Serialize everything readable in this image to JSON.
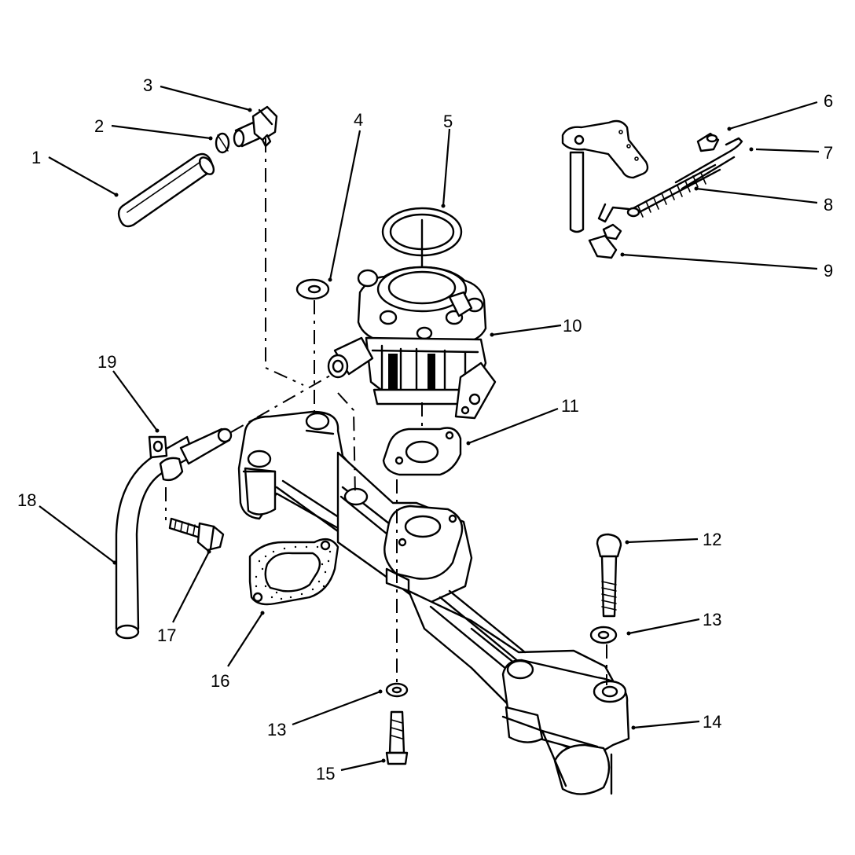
{
  "callouts": [
    {
      "id": "1",
      "label": "1"
    },
    {
      "id": "2",
      "label": "2"
    },
    {
      "id": "3",
      "label": "3"
    },
    {
      "id": "4",
      "label": "4"
    },
    {
      "id": "5",
      "label": "5"
    },
    {
      "id": "6",
      "label": "6"
    },
    {
      "id": "7",
      "label": "7"
    },
    {
      "id": "8",
      "label": "8"
    },
    {
      "id": "9",
      "label": "9"
    },
    {
      "id": "10",
      "label": "10"
    },
    {
      "id": "11",
      "label": "11"
    },
    {
      "id": "12",
      "label": "12"
    },
    {
      "id": "13a",
      "label": "13"
    },
    {
      "id": "13b",
      "label": "13"
    },
    {
      "id": "14",
      "label": "14"
    },
    {
      "id": "15",
      "label": "15"
    },
    {
      "id": "16",
      "label": "16"
    },
    {
      "id": "17",
      "label": "17"
    },
    {
      "id": "18",
      "label": "18"
    },
    {
      "id": "19",
      "label": "19"
    }
  ]
}
